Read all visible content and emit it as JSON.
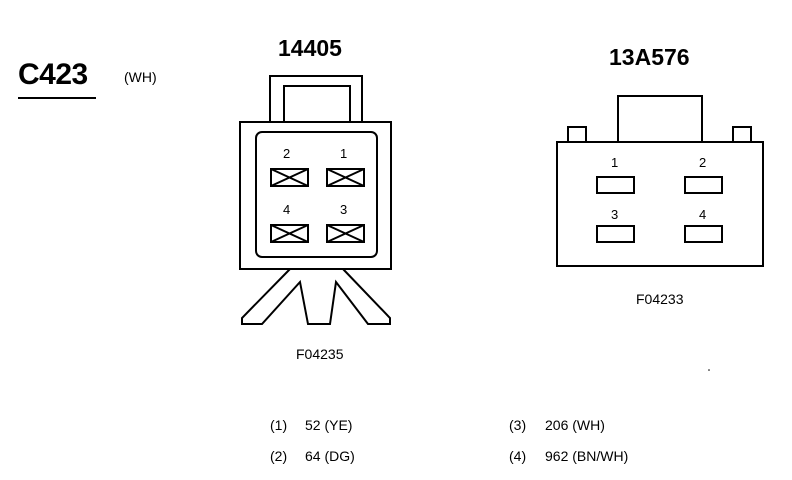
{
  "connector": {
    "id": "C423",
    "color": "(WH)"
  },
  "left_view": {
    "part_number": "14405",
    "figure_code": "F04235",
    "pins": [
      "2",
      "1",
      "4",
      "3"
    ]
  },
  "right_view": {
    "part_number": "13A576",
    "figure_code": "F04233",
    "pins": [
      "1",
      "2",
      "3",
      "4"
    ]
  },
  "wires": [
    {
      "pin": "(1)",
      "circuit": "52 (YE)"
    },
    {
      "pin": "(2)",
      "circuit": "64 (DG)"
    },
    {
      "pin": "(3)",
      "circuit": "206 (WH)"
    },
    {
      "pin": "(4)",
      "circuit": "962 (BN/WH)"
    }
  ]
}
